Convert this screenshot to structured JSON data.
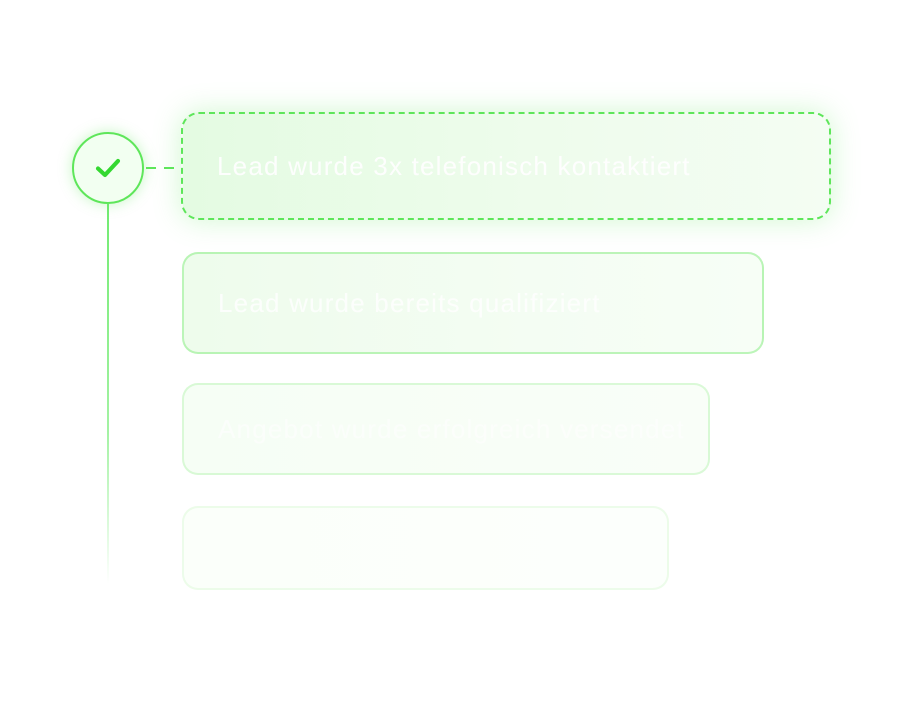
{
  "accent_color": "#5ee65a",
  "timeline": {
    "status_icon": "check-icon",
    "completed": true
  },
  "cards": [
    {
      "text": "Lead wurde 3x telefonisch kontaktiert",
      "state": "active"
    },
    {
      "text": "Lead wurde bereits qualifiziert",
      "state": "faded"
    },
    {
      "text": "Angebot wurde erfolgreich versendet",
      "state": "more-faded"
    },
    {
      "text": "",
      "state": "ghost"
    }
  ]
}
